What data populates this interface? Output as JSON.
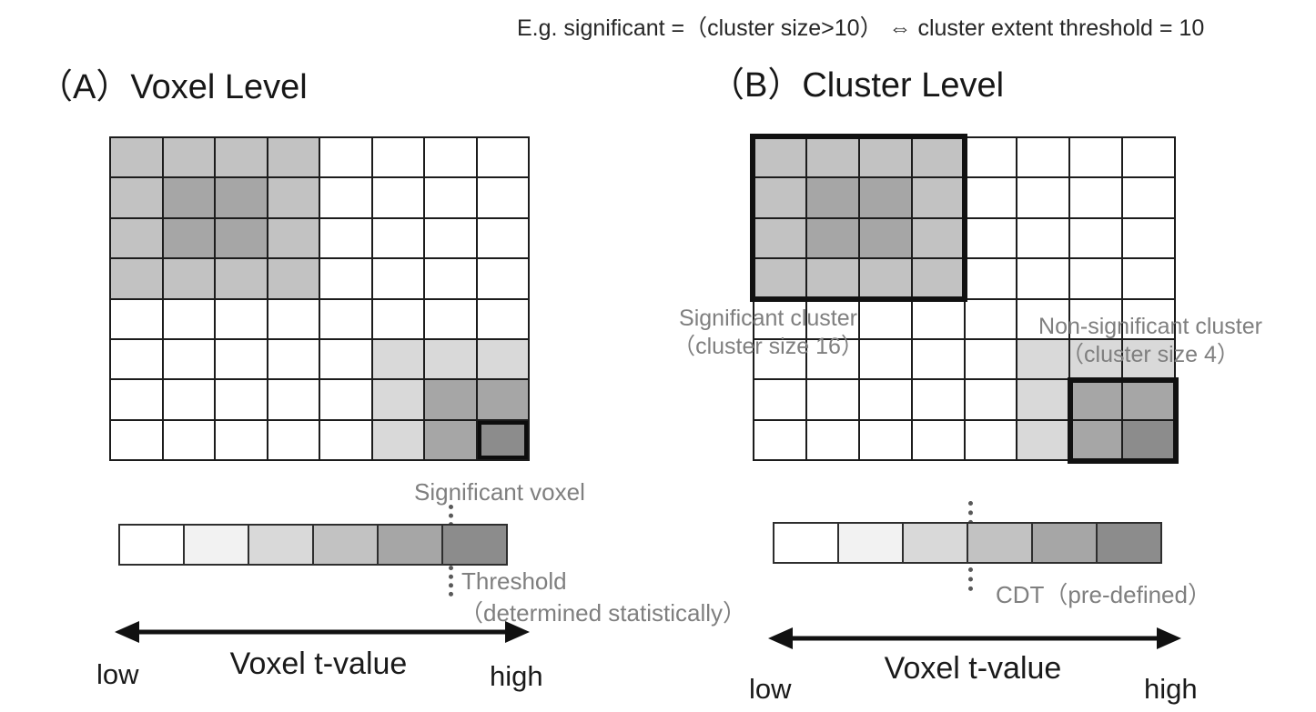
{
  "note": "E.g. significant =（cluster size>10） ⇔ cluster extent threshold = 10",
  "colors": {
    "grid_levels": {
      "0": "#ffffff",
      "1": "#d9d9d9",
      "2": "#c2c2c2",
      "3": "#a6a6a6",
      "4": "#8c8c8c"
    },
    "label_gray": "#7f7f7f",
    "line_black": "#111111",
    "dotted_gray": "#595959"
  },
  "panel_a": {
    "title": "（A）Voxel Level",
    "grid_rows": [
      "22220000",
      "23320000",
      "23320000",
      "22220000",
      "00000000",
      "00000111",
      "00000133",
      "00000134"
    ],
    "significant_cell": {
      "row": 8,
      "col": 8
    },
    "colorbar": [
      "#ffffff",
      "#f2f2f2",
      "#d9d9d9",
      "#c2c2c2",
      "#a6a6a6",
      "#8c8c8c"
    ],
    "threshold_after_cell": 5,
    "labels": {
      "significant_voxel": "Significant voxel",
      "threshold_line1": "Threshold",
      "threshold_line2": "（determined statistically）",
      "low": "low",
      "axis": "Voxel t-value",
      "high": "high"
    }
  },
  "panel_b": {
    "title": "（B）Cluster Level",
    "grid_rows": [
      "22220000",
      "23320000",
      "23320000",
      "22220000",
      "00000000",
      "00000111",
      "00000133",
      "00000134"
    ],
    "clusters": [
      {
        "label_line1": "Significant cluster",
        "label_line2": "（cluster size 16）",
        "row": 1,
        "col": 1,
        "rows": 4,
        "cols": 4
      },
      {
        "label_line1": "Non-significant cluster",
        "label_line2": "（cluster size 4）",
        "row": 7,
        "col": 7,
        "rows": 2,
        "cols": 2
      }
    ],
    "colorbar": [
      "#ffffff",
      "#f2f2f2",
      "#d9d9d9",
      "#c2c2c2",
      "#a6a6a6",
      "#8c8c8c"
    ],
    "threshold_after_cell": 3,
    "labels": {
      "cdt": "CDT（pre-defined）",
      "low": "low",
      "axis": "Voxel t-value",
      "high": "high"
    }
  }
}
